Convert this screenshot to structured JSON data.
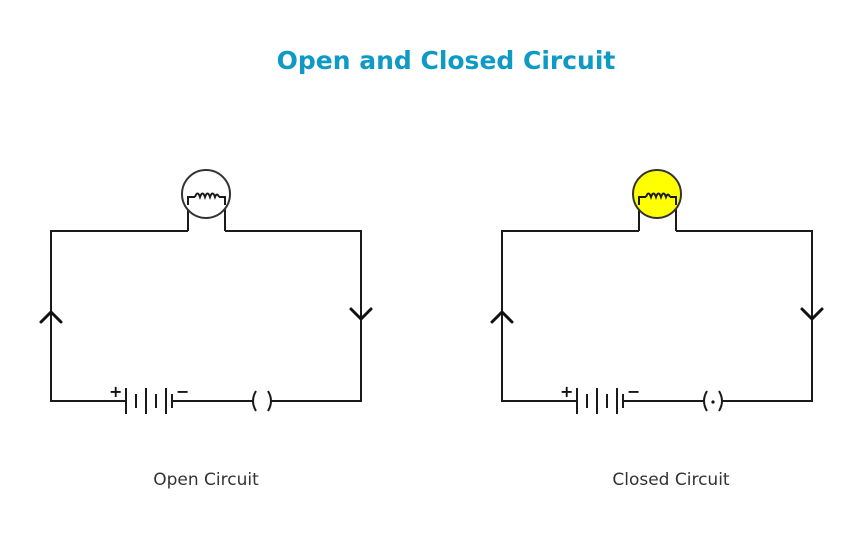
{
  "title": "Open and Closed Circuit",
  "colors": {
    "title": "#0e9ac5",
    "wire": "#1a1a1a",
    "bulb_off": "#ffffff",
    "bulb_on": "#ffff00",
    "bulb_outline": "#333333"
  },
  "circuits": [
    {
      "caption": "Open Circuit",
      "bulb_state": "off",
      "switch_state": "open",
      "plus": "+",
      "minus": "−"
    },
    {
      "caption": "Closed Circuit",
      "bulb_state": "on",
      "switch_state": "closed",
      "plus": "+",
      "minus": "−"
    }
  ]
}
